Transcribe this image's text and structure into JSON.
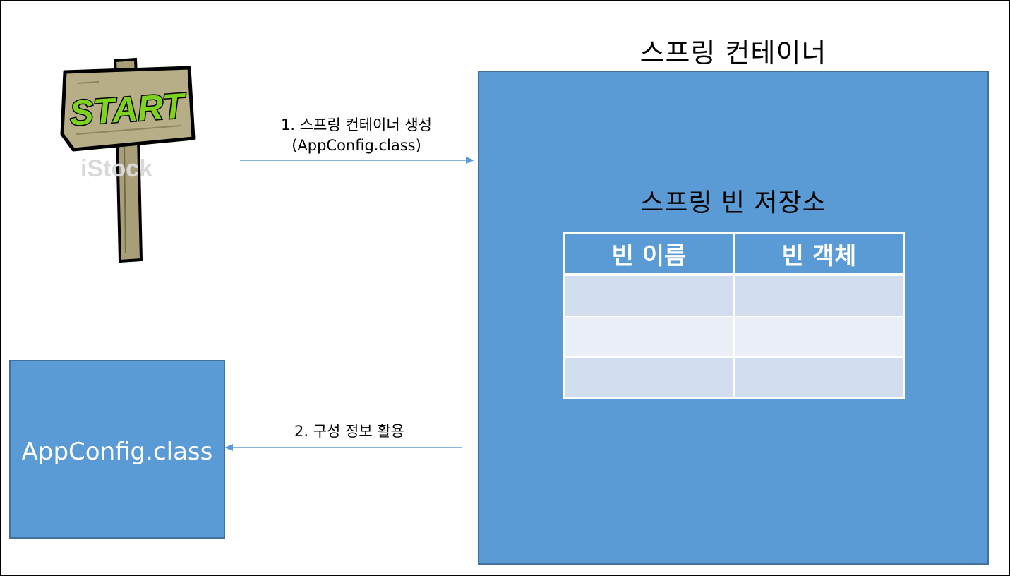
{
  "container": {
    "title": "스프링 컨테이너",
    "repository_title": "스프링 빈 저장소",
    "table": {
      "headers": [
        "빈 이름",
        "빈 객체"
      ],
      "rows": [
        [
          "",
          ""
        ],
        [
          "",
          ""
        ],
        [
          "",
          ""
        ]
      ]
    }
  },
  "config": {
    "label": "AppConfig.class"
  },
  "arrows": {
    "create_line1": "1. 스프링 컨테이너 생성",
    "create_line2": "(AppConfig.class)",
    "use": "2. 구성 정보 활용"
  },
  "sign": {
    "text": "START",
    "watermark": "iStock"
  },
  "colors": {
    "box_fill": "#5b9bd5",
    "box_border": "#41719c",
    "table_row_odd": "#d2deef",
    "table_row_even": "#eaeff7",
    "arrow": "#5b9bd5",
    "sign_text": "#7ed321"
  },
  "icons": [
    "start-signpost-icon",
    "arrow-right-icon",
    "arrow-left-icon"
  ]
}
